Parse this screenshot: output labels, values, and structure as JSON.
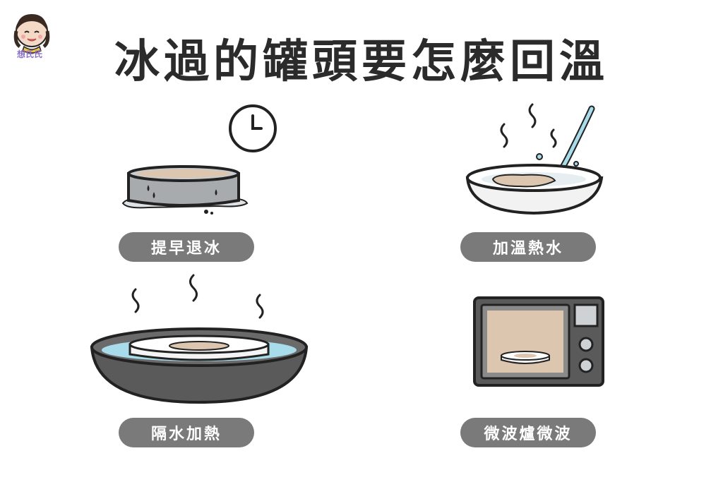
{
  "title": "冰過的罐頭要怎麼回溫",
  "brand": {
    "name": "想氏氏",
    "icon": "avatar-icon"
  },
  "methods": [
    {
      "label": "提早退冰",
      "icon": "can-with-clock-icon"
    },
    {
      "label": "加溫熱水",
      "icon": "pan-with-hot-water-icon"
    },
    {
      "label": "隔水加熱",
      "icon": "water-bath-pan-icon"
    },
    {
      "label": "微波爐微波",
      "icon": "microwave-icon"
    }
  ],
  "colors": {
    "pill": "#7a7a7a",
    "title": "#2b2b2b",
    "line": "#222222",
    "food": "#dcc6b0",
    "water": "#a9dcea"
  }
}
